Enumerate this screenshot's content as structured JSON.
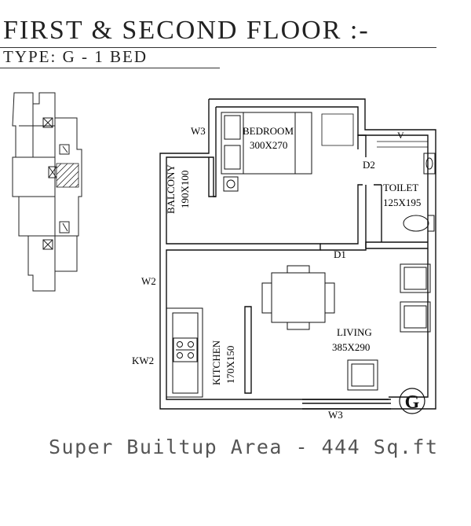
{
  "title": "FIRST & SECOND FLOOR :-",
  "subtitle": "TYPE: G - 1 BED",
  "rooms": {
    "bedroom": {
      "name": "BEDROOM",
      "size": "300X270"
    },
    "balcony": {
      "name": "BALCONY",
      "size": "190X100"
    },
    "toilet": {
      "name": "TOILET",
      "size": "125X195"
    },
    "living": {
      "name": "LIVING",
      "size": "385X290"
    },
    "kitchen": {
      "name": "KITCHEN",
      "size": "170X150"
    }
  },
  "labels": {
    "w3_top": "W3",
    "w2": "W2",
    "kw2": "KW2",
    "w3_bottom": "W3",
    "d1": "D1",
    "d2": "D2",
    "v": "V",
    "unit_marker": "G"
  },
  "footer": "Super Builtup Area - 444 Sq.ft"
}
